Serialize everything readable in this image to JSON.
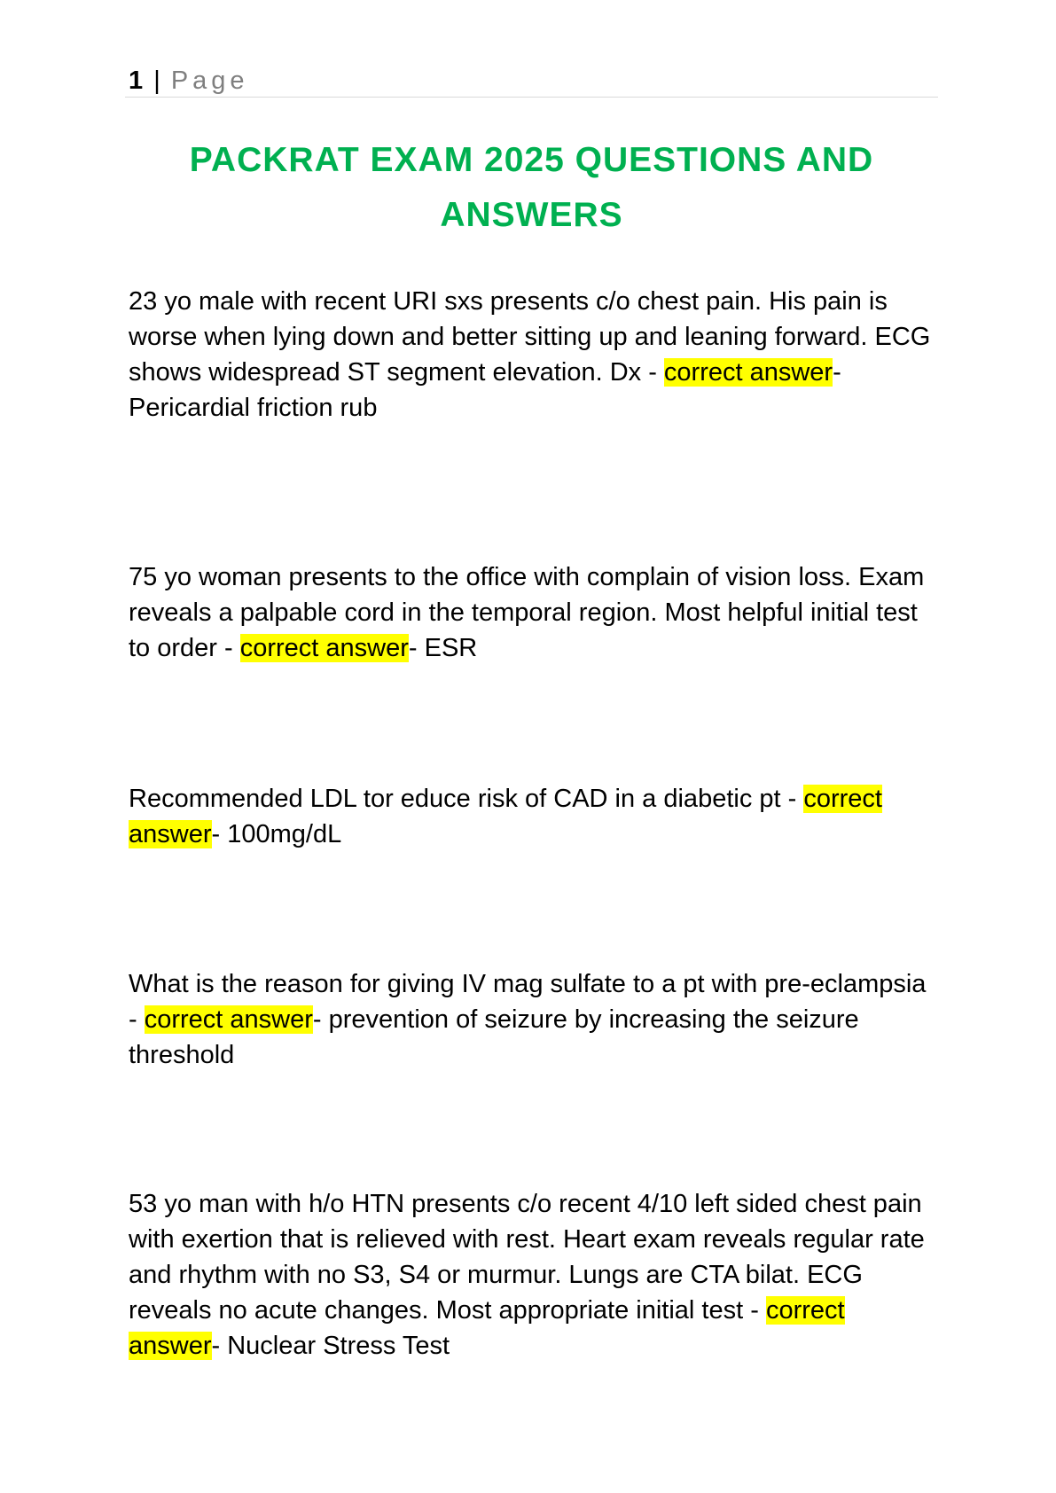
{
  "header": {
    "page_number": "1",
    "separator": "|",
    "page_word": "Page"
  },
  "title": "PACKRAT EXAM 2025 QUESTIONS AND ANSWERS",
  "highlight_label": "correct answer",
  "colors": {
    "title": "#00b050",
    "highlight": "#ffff00",
    "header_word": "#7f7f7f"
  },
  "items": [
    {
      "question": "23 yo male with recent URI sxs presents c/o chest pain. His pain is worse when lying down and better sitting up and leaning forward. ECG shows widespread ST segment elevation. Dx -",
      "answer": "- Pericardial friction rub"
    },
    {
      "question": "75 yo woman presents to the office with complain of vision loss. Exam reveals a palpable cord in the temporal region. Most helpful initial test to order -",
      "answer": "- ESR"
    },
    {
      "question": "Recommended LDL tor educe risk of CAD in a diabetic pt -",
      "answer": "- 100mg/dL"
    },
    {
      "question": "What is the reason for giving IV mag sulfate to a pt with pre-eclampsia -",
      "answer": "- prevention of seizure by increasing the seizure threshold"
    },
    {
      "question": "53 yo man with h/o HTN presents c/o recent 4/10 left sided chest pain with exertion that is relieved with rest. Heart exam reveals regular rate and rhythm with no S3, S4 or murmur. Lungs are CTA bilat. ECG reveals no acute changes. Most appropriate initial test -",
      "answer": "- Nuclear Stress Test"
    }
  ]
}
